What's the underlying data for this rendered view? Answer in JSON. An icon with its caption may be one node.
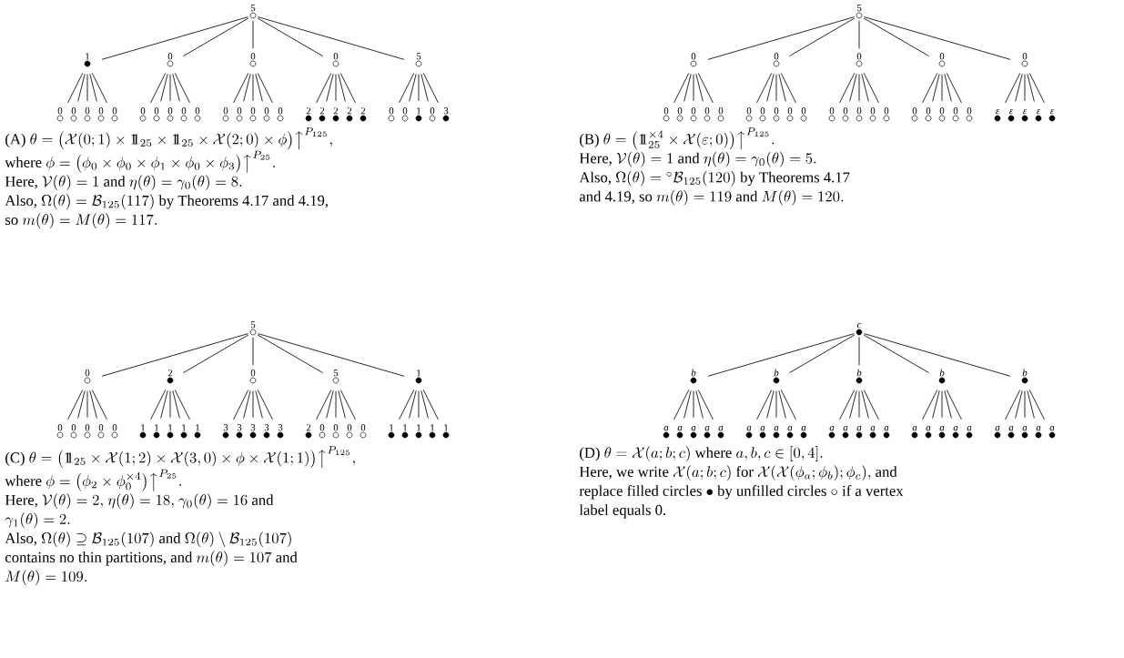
{
  "diagram": {
    "nodes": [
      {
        "text": [],
        "shape": "circle",
        "beside": [
          "5"
        ]
      },
      {
        "text": [],
        "shape": "dot",
        "beside": [
          "1"
        ]
      },
      {
        "text": [],
        "shape": "circle",
        "beside": [
          "0"
        ]
      },
      {
        "text": [],
        "shape": "circle",
        "beside": [
          "0"
        ]
      },
      {
        "text": [],
        "shape": "circle",
        "beside": [
          "0"
        ]
      },
      {
        "text": [],
        "shape": "circle",
        "beside": [
          "5"
        ]
      },
      {
        "text": [],
        "shape": "circle",
        "beside": [
          "0"
        ]
      },
      {
        "text": [],
        "shape": "circle",
        "beside": [
          "0"
        ]
      },
      {
        "text": [],
        "shape": "circle",
        "beside": [
          "0"
        ]
      },
      {
        "text": [],
        "shape": "circle",
        "beside": [
          "0"
        ]
      },
      {
        "text": [],
        "shape": "circle",
        "beside": [
          "0"
        ]
      },
      {
        "text": [],
        "shape": "circle",
        "beside": [
          "0"
        ]
      },
      {
        "text": [],
        "shape": "circle",
        "beside": [
          "0"
        ]
      },
      {
        "text": [],
        "shape": "circle",
        "beside": [
          "0"
        ]
      },
      {
        "text": [],
        "shape": "circle",
        "beside": [
          "0"
        ]
      },
      {
        "text": [],
        "shape": "circle",
        "beside": [
          "0"
        ]
      },
      {
        "text": [],
        "shape": "circle",
        "beside": [
          "0"
        ]
      },
      {
        "text": [],
        "shape": "circle",
        "beside": [
          "0"
        ]
      },
      {
        "text": [],
        "shape": "circle",
        "beside": [
          "0"
        ]
      },
      {
        "text": [],
        "shape": "circle",
        "beside": [
          "0"
        ]
      },
      {
        "text": [],
        "shape": "circle",
        "beside": [
          "0"
        ]
      },
      {
        "text": [],
        "shape": "dot",
        "beside": [
          "2"
        ]
      },
      {
        "text": [],
        "shape": "dot",
        "beside": [
          "2"
        ]
      },
      {
        "text": [],
        "shape": "dot",
        "beside": [
          "2"
        ]
      },
      {
        "text": [],
        "shape": "dot",
        "beside": [
          "2"
        ]
      },
      {
        "text": [],
        "shape": "dot",
        "beside": [
          "2"
        ]
      },
      {
        "text": [],
        "shape": "circle",
        "beside": [
          "0"
        ]
      },
      {
        "text": [],
        "shape": "circle",
        "beside": [
          "0"
        ]
      },
      {
        "text": [],
        "shape": "dot",
        "beside": [
          "1"
        ]
      },
      {
        "text": [],
        "shape": "circle",
        "beside": [
          "0"
        ]
      },
      {
        "text": [],
        "shape": "dot",
        "beside": [
          "3"
        ]
      },
      {
        "text": [],
        "shape": "circle",
        "beside": [
          "5"
        ]
      },
      {
        "text": [],
        "shape": "circle",
        "beside": [
          "0"
        ]
      },
      {
        "text": [],
        "shape": "circle",
        "beside": [
          "0"
        ]
      },
      {
        "text": [],
        "shape": "circle",
        "beside": [
          "0"
        ]
      },
      {
        "text": [],
        "shape": "circle",
        "beside": [
          "0"
        ]
      },
      {
        "text": [],
        "shape": "circle",
        "beside": [
          "0"
        ]
      },
      {
        "text": [],
        "shape": "circle",
        "beside": [
          "0"
        ]
      },
      {
        "text": [],
        "shape": "circle",
        "beside": [
          "0"
        ]
      },
      {
        "text": [],
        "shape": "circle",
        "beside": [
          "0"
        ]
      },
      {
        "text": [],
        "shape": "circle",
        "beside": [
          "0"
        ]
      },
      {
        "text": [],
        "shape": "circle",
        "beside": [
          "0"
        ]
      },
      {
        "text": [],
        "shape": "circle",
        "beside": [
          "0"
        ]
      },
      {
        "text": [],
        "shape": "circle",
        "beside": [
          "0"
        ]
      },
      {
        "text": [],
        "shape": "circle",
        "beside": [
          "0"
        ]
      },
      {
        "text": [],
        "shape": "circle",
        "beside": [
          "0"
        ]
      },
      {
        "text": [],
        "shape": "circle",
        "beside": [
          "0"
        ]
      },
      {
        "text": [],
        "shape": "circle",
        "beside": [
          "0"
        ]
      },
      {
        "text": [],
        "shape": "circle",
        "beside": [
          "0"
        ]
      },
      {
        "text": [],
        "shape": "circle",
        "beside": [
          "0"
        ]
      },
      {
        "text": [],
        "shape": "circle",
        "beside": [
          "0"
        ]
      },
      {
        "text": [],
        "shape": "circle",
        "beside": [
          "0"
        ]
      },
      {
        "text": [],
        "shape": "circle",
        "beside": [
          "0"
        ]
      },
      {
        "text": [],
        "shape": "circle",
        "beside": [
          "0"
        ]
      },
      {
        "text": [],
        "shape": "circle",
        "beside": [
          "0"
        ]
      },
      {
        "text": [],
        "shape": "circle",
        "beside": [
          "0"
        ]
      },
      {
        "text": [],
        "shape": "circle",
        "beside": [
          "0"
        ]
      },
      {
        "text": [],
        "shape": "dot",
        "beside": [
          "ε"
        ]
      },
      {
        "text": [],
        "shape": "dot",
        "beside": [
          "ε"
        ]
      },
      {
        "text": [],
        "shape": "dot",
        "beside": [
          "ε"
        ]
      },
      {
        "text": [],
        "shape": "dot",
        "beside": [
          "ε"
        ]
      },
      {
        "text": [],
        "shape": "dot",
        "beside": [
          "ε"
        ]
      },
      {
        "text": [],
        "shape": "circle",
        "beside": [
          "5"
        ]
      },
      {
        "text": [],
        "shape": "circle",
        "beside": [
          "0"
        ]
      },
      {
        "text": [],
        "shape": "dot",
        "beside": [
          "2"
        ]
      },
      {
        "text": [],
        "shape": "circle",
        "beside": [
          "0"
        ]
      },
      {
        "text": [],
        "shape": "circle",
        "beside": [
          "5"
        ]
      },
      {
        "text": [],
        "shape": "dot",
        "beside": [
          "1"
        ]
      },
      {
        "text": [],
        "shape": "circle",
        "beside": [
          "0"
        ]
      },
      {
        "text": [],
        "shape": "circle",
        "beside": [
          "0"
        ]
      },
      {
        "text": [],
        "shape": "circle",
        "beside": [
          "0"
        ]
      },
      {
        "text": [],
        "shape": "circle",
        "beside": [
          "0"
        ]
      },
      {
        "text": [],
        "shape": "circle",
        "beside": [
          "0"
        ]
      },
      {
        "text": [],
        "shape": "dot",
        "beside": [
          "1"
        ]
      },
      {
        "text": [],
        "shape": "dot",
        "beside": [
          "1"
        ]
      },
      {
        "text": [],
        "shape": "dot",
        "beside": [
          "1"
        ]
      },
      {
        "text": [],
        "shape": "dot",
        "beside": [
          "1"
        ]
      },
      {
        "text": [],
        "shape": "dot",
        "beside": [
          "1"
        ]
      },
      {
        "text": [],
        "shape": "dot",
        "beside": [
          "3"
        ]
      },
      {
        "text": [],
        "shape": "dot",
        "beside": [
          "3"
        ]
      },
      {
        "text": [],
        "shape": "dot",
        "beside": [
          "3"
        ]
      },
      {
        "text": [],
        "shape": "dot",
        "beside": [
          "3"
        ]
      },
      {
        "text": [],
        "shape": "dot",
        "beside": [
          "3"
        ]
      },
      {
        "text": [],
        "shape": "dot",
        "beside": [
          "2"
        ]
      },
      {
        "text": [],
        "shape": "circle",
        "beside": [
          "0"
        ]
      },
      {
        "text": [],
        "shape": "circle",
        "beside": [
          "0"
        ]
      },
      {
        "text": [],
        "shape": "circle",
        "beside": [
          "0"
        ]
      },
      {
        "text": [],
        "shape": "circle",
        "beside": [
          "0"
        ]
      },
      {
        "text": [],
        "shape": "dot",
        "beside": [
          "1"
        ]
      },
      {
        "text": [],
        "shape": "dot",
        "beside": [
          "1"
        ]
      },
      {
        "text": [],
        "shape": "dot",
        "beside": [
          "1"
        ]
      },
      {
        "text": [],
        "shape": "dot",
        "beside": [
          "1"
        ]
      },
      {
        "text": [],
        "shape": "dot",
        "beside": [
          "1"
        ]
      },
      {
        "text": [],
        "shape": "dot",
        "beside": [
          "c"
        ]
      },
      {
        "text": [],
        "shape": "dot",
        "beside": [
          "b"
        ]
      },
      {
        "text": [],
        "shape": "dot",
        "beside": [
          "b"
        ]
      },
      {
        "text": [],
        "shape": "dot",
        "beside": [
          "b"
        ]
      },
      {
        "text": [],
        "shape": "dot",
        "beside": [
          "b"
        ]
      },
      {
        "text": [],
        "shape": "dot",
        "beside": [
          "b"
        ]
      },
      {
        "text": [],
        "shape": "dot",
        "beside": [
          "a"
        ]
      },
      {
        "text": [],
        "shape": "dot",
        "beside": [
          "a"
        ]
      },
      {
        "text": [],
        "shape": "dot",
        "beside": [
          "a"
        ]
      },
      {
        "text": [],
        "shape": "dot",
        "beside": [
          "a"
        ]
      },
      {
        "text": [],
        "shape": "dot",
        "beside": [
          "a"
        ]
      },
      {
        "text": [],
        "shape": "dot",
        "beside": [
          "a"
        ]
      },
      {
        "text": [],
        "shape": "dot",
        "beside": [
          "a"
        ]
      },
      {
        "text": [],
        "shape": "dot",
        "beside": [
          "a"
        ]
      },
      {
        "text": [],
        "shape": "dot",
        "beside": [
          "a"
        ]
      },
      {
        "text": [],
        "shape": "dot",
        "beside": [
          "a"
        ]
      },
      {
        "text": [],
        "shape": "dot",
        "beside": [
          "a"
        ]
      },
      {
        "text": [],
        "shape": "dot",
        "beside": [
          "a"
        ]
      },
      {
        "text": [],
        "shape": "dot",
        "beside": [
          "a"
        ]
      },
      {
        "text": [],
        "shape": "dot",
        "beside": [
          "a"
        ]
      },
      {
        "text": [],
        "shape": "dot",
        "beside": [
          "a"
        ]
      },
      {
        "text": [],
        "shape": "dot",
        "beside": [
          "a"
        ]
      },
      {
        "text": [],
        "shape": "dot",
        "beside": [
          "a"
        ]
      },
      {
        "text": [],
        "shape": "dot",
        "beside": [
          "a"
        ]
      },
      {
        "text": [],
        "shape": "dot",
        "beside": [
          "a"
        ]
      },
      {
        "text": [],
        "shape": "dot",
        "beside": [
          "a"
        ]
      },
      {
        "text": [],
        "shape": "dot",
        "beside": [
          "a"
        ]
      },
      {
        "text": [],
        "shape": "dot",
        "beside": [
          "a"
        ]
      },
      {
        "text": [],
        "shape": "dot",
        "beside": [
          "a"
        ]
      },
      {
        "text": [],
        "shape": "dot",
        "beside": [
          "a"
        ]
      },
      {
        "text": [],
        "shape": "dot",
        "beside": [
          "a"
        ]
      }
    ],
    "edges": [
      {
        "from": 0,
        "to": 1,
        "arrow": "none"
      },
      {
        "from": 0,
        "to": 2,
        "arrow": "none"
      },
      {
        "from": 0,
        "to": 3,
        "arrow": "none"
      },
      {
        "from": 0,
        "to": 4,
        "arrow": "none"
      },
      {
        "from": 0,
        "to": 5,
        "arrow": "none"
      },
      {
        "from": 1,
        "to": 6,
        "arrow": "none"
      },
      {
        "from": 1,
        "to": 7,
        "arrow": "none"
      },
      {
        "from": 1,
        "to": 8,
        "arrow": "none"
      },
      {
        "from": 1,
        "to": 9,
        "arrow": "none"
      },
      {
        "from": 1,
        "to": 10,
        "arrow": "none"
      },
      {
        "from": 2,
        "to": 11,
        "arrow": "none"
      },
      {
        "from": 2,
        "to": 12,
        "arrow": "none"
      },
      {
        "from": 2,
        "to": 13,
        "arrow": "none"
      },
      {
        "from": 2,
        "to": 14,
        "arrow": "none"
      },
      {
        "from": 2,
        "to": 15,
        "arrow": "none"
      },
      {
        "from": 3,
        "to": 16,
        "arrow": "none"
      },
      {
        "from": 3,
        "to": 17,
        "arrow": "none"
      },
      {
        "from": 3,
        "to": 18,
        "arrow": "none"
      },
      {
        "from": 3,
        "to": 19,
        "arrow": "none"
      },
      {
        "from": 3,
        "to": 20,
        "arrow": "none"
      },
      {
        "from": 4,
        "to": 21,
        "arrow": "none"
      },
      {
        "from": 4,
        "to": 22,
        "arrow": "none"
      },
      {
        "from": 4,
        "to": 23,
        "arrow": "none"
      },
      {
        "from": 4,
        "to": 24,
        "arrow": "none"
      },
      {
        "from": 4,
        "to": 25,
        "arrow": "none"
      },
      {
        "from": 5,
        "to": 26,
        "arrow": "none"
      },
      {
        "from": 5,
        "to": 27,
        "arrow": "none"
      },
      {
        "from": 5,
        "to": 28,
        "arrow": "none"
      },
      {
        "from": 5,
        "to": 29,
        "arrow": "none"
      },
      {
        "from": 5,
        "to": 30,
        "arrow": "none"
      },
      {
        "from": 31,
        "to": 32,
        "arrow": "none"
      },
      {
        "from": 31,
        "to": 33,
        "arrow": "none"
      },
      {
        "from": 31,
        "to": 34,
        "arrow": "none"
      },
      {
        "from": 31,
        "to": 35,
        "arrow": "none"
      },
      {
        "from": 31,
        "to": 36,
        "arrow": "none"
      },
      {
        "from": 32,
        "to": 37,
        "arrow": "none"
      },
      {
        "from": 32,
        "to": 38,
        "arrow": "none"
      },
      {
        "from": 32,
        "to": 39,
        "arrow": "none"
      },
      {
        "from": 32,
        "to": 40,
        "arrow": "none"
      },
      {
        "from": 32,
        "to": 41,
        "arrow": "none"
      },
      {
        "from": 33,
        "to": 42,
        "arrow": "none"
      },
      {
        "from": 33,
        "to": 43,
        "arrow": "none"
      },
      {
        "from": 33,
        "to": 44,
        "arrow": "none"
      },
      {
        "from": 33,
        "to": 45,
        "arrow": "none"
      },
      {
        "from": 33,
        "to": 46,
        "arrow": "none"
      },
      {
        "from": 34,
        "to": 47,
        "arrow": "none"
      },
      {
        "from": 34,
        "to": 48,
        "arrow": "none"
      },
      {
        "from": 34,
        "to": 49,
        "arrow": "none"
      },
      {
        "from": 34,
        "to": 50,
        "arrow": "none"
      },
      {
        "from": 34,
        "to": 51,
        "arrow": "none"
      },
      {
        "from": 35,
        "to": 52,
        "arrow": "none"
      },
      {
        "from": 35,
        "to": 53,
        "arrow": "none"
      },
      {
        "from": 35,
        "to": 54,
        "arrow": "none"
      },
      {
        "from": 35,
        "to": 55,
        "arrow": "none"
      },
      {
        "from": 35,
        "to": 56,
        "arrow": "none"
      },
      {
        "from": 36,
        "to": 57,
        "arrow": "none"
      },
      {
        "from": 36,
        "to": 58,
        "arrow": "none"
      },
      {
        "from": 36,
        "to": 59,
        "arrow": "none"
      },
      {
        "from": 36,
        "to": 60,
        "arrow": "none"
      },
      {
        "from": 36,
        "to": 61,
        "arrow": "none"
      },
      {
        "from": 62,
        "to": 63,
        "arrow": "none"
      },
      {
        "from": 62,
        "to": 64,
        "arrow": "none"
      },
      {
        "from": 62,
        "to": 65,
        "arrow": "none"
      },
      {
        "from": 62,
        "to": 66,
        "arrow": "none"
      },
      {
        "from": 62,
        "to": 67,
        "arrow": "none"
      },
      {
        "from": 63,
        "to": 68,
        "arrow": "none"
      },
      {
        "from": 63,
        "to": 69,
        "arrow": "none"
      },
      {
        "from": 63,
        "to": 70,
        "arrow": "none"
      },
      {
        "from": 63,
        "to": 71,
        "arrow": "none"
      },
      {
        "from": 63,
        "to": 72,
        "arrow": "none"
      },
      {
        "from": 64,
        "to": 73,
        "arrow": "none"
      },
      {
        "from": 64,
        "to": 74,
        "arrow": "none"
      },
      {
        "from": 64,
        "to": 75,
        "arrow": "none"
      },
      {
        "from": 64,
        "to": 76,
        "arrow": "none"
      },
      {
        "from": 64,
        "to": 77,
        "arrow": "none"
      },
      {
        "from": 65,
        "to": 78,
        "arrow": "none"
      },
      {
        "from": 65,
        "to": 79,
        "arrow": "none"
      },
      {
        "from": 65,
        "to": 80,
        "arrow": "none"
      },
      {
        "from": 65,
        "to": 81,
        "arrow": "none"
      },
      {
        "from": 65,
        "to": 82,
        "arrow": "none"
      },
      {
        "from": 66,
        "to": 83,
        "arrow": "none"
      },
      {
        "from": 66,
        "to": 84,
        "arrow": "none"
      },
      {
        "from": 66,
        "to": 85,
        "arrow": "none"
      },
      {
        "from": 66,
        "to": 86,
        "arrow": "none"
      },
      {
        "from": 66,
        "to": 87,
        "arrow": "none"
      },
      {
        "from": 67,
        "to": 88,
        "arrow": "none"
      },
      {
        "from": 67,
        "to": 89,
        "arrow": "none"
      },
      {
        "from": 67,
        "to": 90,
        "arrow": "none"
      },
      {
        "from": 67,
        "to": 91,
        "arrow": "none"
      },
      {
        "from": 67,
        "to": 92,
        "arrow": "none"
      },
      {
        "from": 93,
        "to": 94,
        "arrow": "none"
      },
      {
        "from": 93,
        "to": 95,
        "arrow": "none"
      },
      {
        "from": 93,
        "to": 96,
        "arrow": "none"
      },
      {
        "from": 93,
        "to": 97,
        "arrow": "none"
      },
      {
        "from": 93,
        "to": 98,
        "arrow": "none"
      },
      {
        "from": 94,
        "to": 99,
        "arrow": "none"
      },
      {
        "from": 94,
        "to": 100,
        "arrow": "none"
      },
      {
        "from": 94,
        "to": 101,
        "arrow": "none"
      },
      {
        "from": 94,
        "to": 102,
        "arrow": "none"
      },
      {
        "from": 94,
        "to": 103,
        "arrow": "none"
      },
      {
        "from": 95,
        "to": 104,
        "arrow": "none"
      },
      {
        "from": 95,
        "to": 105,
        "arrow": "none"
      },
      {
        "from": 95,
        "to": 106,
        "arrow": "none"
      },
      {
        "from": 95,
        "to": 107,
        "arrow": "none"
      },
      {
        "from": 95,
        "to": 108,
        "arrow": "none"
      },
      {
        "from": 96,
        "to": 109,
        "arrow": "none"
      },
      {
        "from": 96,
        "to": 110,
        "arrow": "none"
      },
      {
        "from": 96,
        "to": 111,
        "arrow": "none"
      },
      {
        "from": 96,
        "to": 112,
        "arrow": "none"
      },
      {
        "from": 96,
        "to": 113,
        "arrow": "none"
      },
      {
        "from": 97,
        "to": 114,
        "arrow": "none"
      },
      {
        "from": 97,
        "to": 115,
        "arrow": "none"
      },
      {
        "from": 97,
        "to": 116,
        "arrow": "none"
      },
      {
        "from": 97,
        "to": 117,
        "arrow": "none"
      },
      {
        "from": 97,
        "to": 118,
        "arrow": "none"
      },
      {
        "from": 98,
        "to": 119,
        "arrow": "none"
      },
      {
        "from": 98,
        "to": 120,
        "arrow": "none"
      },
      {
        "from": 98,
        "to": 121,
        "arrow": "none"
      },
      {
        "from": 98,
        "to": 122,
        "arrow": "none"
      },
      {
        "from": 98,
        "to": 123,
        "arrow": "none"
      }
    ],
    "labels": [
      "(A)",
      "\\theta = \\bigl(\\mathcal{X}(0;1)\\times\\mathrm{1\\!\\!1}_{25}\\times\\mathrm{1\\!\\!1}_{25}\\times\\mathcal{X}(2;0)\\times\\phi\\bigr)\\big\\uparrow^{P_{125}},",
      "where",
      "\\phi = \\bigl(\\phi_0\\times\\phi_0\\times\\phi_1\\times\\phi_0\\times\\phi_3\\bigr)\\big\\uparrow^{P_{25}}.",
      "Here,",
      "\\mathcal{V}(\\theta) = 1",
      "and",
      "\\eta(\\theta) = \\gamma_0(\\theta) = 8.",
      "Also,",
      "\\Omega(\\theta) = \\mathcal{B}_{125}(117)",
      "by Theorems 4.17 and 4.19,",
      "so",
      "m(\\theta) = M(\\theta) = 117.",
      "(B)",
      "\\theta = \\bigl(\\mathrm{1\\!\\!1}_{25}^{\\times 4}\\times\\mathcal{X}(\\varepsilon;0)\\bigr)\\big\\uparrow^{P_{125}}.",
      "Here,",
      "\\mathcal{V}(\\theta) = 1",
      "and",
      "\\eta(\\theta) = \\gamma_0(\\theta) = 5.",
      "Also,",
      "\\Omega(\\theta) = {}^{\\circ}\\mathcal{B}_{125}(120)",
      "by Theorems 4.17",
      "and 4.19, so",
      "m(\\theta) = 119",
      "and",
      "M(\\theta) = 120.",
      "(C)",
      "\\theta = \\bigl(\\mathrm{1\\!\\!1}_{25}\\times\\mathcal{X}(1;2)\\times\\mathcal{X}(3,0)\\times\\phi\\times\\mathcal{X}(1;1)\\bigr)\\big\\uparrow^{P_{125}},",
      "where",
      "\\phi = \\bigl(\\phi_2\\times\\phi_0^{\\times 4}\\bigr)\\big\\uparrow^{P_{25}}.",
      "Here,",
      "\\mathcal{V}(\\theta) = 2,",
      "\\eta(\\theta) = 18,",
      "\\gamma_0(\\theta) = 16",
      "and",
      "\\gamma_1(\\theta) = 2.",
      "Also,",
      "\\Omega(\\theta) \\supseteq \\mathcal{B}_{125}(107)",
      "and",
      "\\Omega(\\theta)\\setminus\\mathcal{B}_{125}(107)",
      "contains no thin partitions, and",
      "m(\\theta) = 107",
      "and",
      "M(\\theta) = 109.",
      "(D)",
      "\\theta = \\mathcal{X}(a;b;c)",
      "where",
      "a,b,c\\in[0,4].",
      "Here, we write",
      "\\mathcal{X}(a;b;c)",
      "for",
      "\\mathcal{X}(\\mathcal{X}(\\phi_a;\\phi_b);\\phi_c),",
      "and",
      "replace filled circles",
      "\\bullet",
      "by unfilled circles",
      "\\circ",
      "if a vertex",
      "label equals 0."
    ]
  }
}
